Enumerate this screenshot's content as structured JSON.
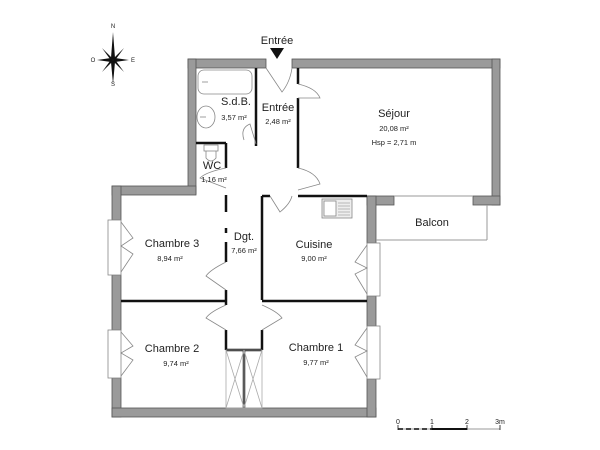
{
  "plan": {
    "entrance_label": "Entrée",
    "compass": {
      "n": "N",
      "s": "S",
      "e": "E",
      "w": "O"
    },
    "rooms": [
      {
        "id": "sejour",
        "name": "Séjour",
        "area": "20,08 m²",
        "extra": "Hsp = 2,71 m"
      },
      {
        "id": "entree",
        "name": "Entrée",
        "area": "2,48 m²"
      },
      {
        "id": "sdb",
        "name": "S.d.B.",
        "area": "3,57 m²"
      },
      {
        "id": "wc",
        "name": "WC",
        "area": "1,16 m²"
      },
      {
        "id": "chambre3",
        "name": "Chambre 3",
        "area": "8,94 m²"
      },
      {
        "id": "dgt",
        "name": "Dgt.",
        "area": "7,66 m²"
      },
      {
        "id": "cuisine",
        "name": "Cuisine",
        "area": "9,00 m²"
      },
      {
        "id": "balcon",
        "name": "Balcon"
      },
      {
        "id": "chambre2",
        "name": "Chambre 2",
        "area": "9,74 m²"
      },
      {
        "id": "chambre1",
        "name": "Chambre 1",
        "area": "9,77 m²"
      }
    ],
    "scale": {
      "labels": [
        "0",
        "1",
        "2",
        "3m"
      ]
    },
    "colors": {
      "wall": "#9a9a9a",
      "wall_edge": "#555555",
      "partition": "#111111",
      "fixture": "#888888"
    }
  }
}
